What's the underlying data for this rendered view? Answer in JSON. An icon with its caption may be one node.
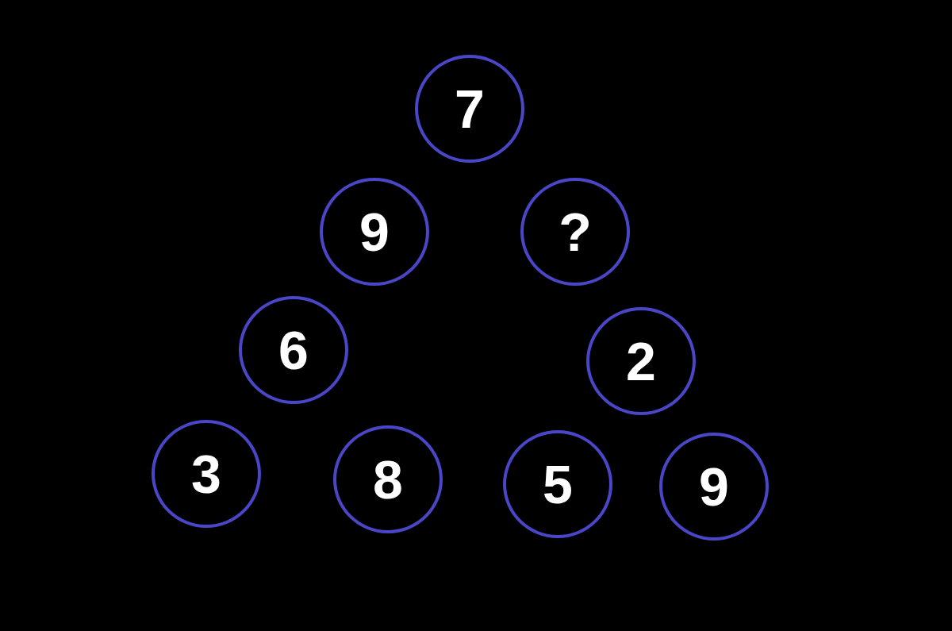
{
  "diagram": {
    "nodes": [
      {
        "text": [
          "7"
        ]
      },
      {
        "text": [
          "9"
        ]
      },
      {
        "text": [
          "?"
        ]
      },
      {
        "text": [
          "6"
        ]
      },
      {
        "text": [
          "2"
        ]
      },
      {
        "text": [
          "3"
        ]
      },
      {
        "text": [
          "8"
        ]
      },
      {
        "text": [
          "5"
        ]
      },
      {
        "text": [
          "9"
        ]
      }
    ]
  }
}
